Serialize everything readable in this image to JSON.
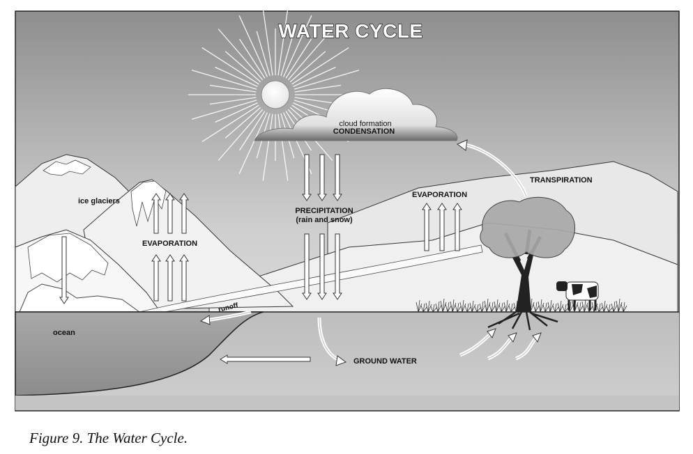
{
  "diagram": {
    "title": "WATER CYCLE",
    "labels": {
      "cloud_formation": "cloud formation",
      "condensation": "CONDENSATION",
      "ice_glaciers": "ice glaciers",
      "evaporation_left": "EVAPORATION",
      "precipitation": "PRECIPITATION",
      "precipitation_sub": "(rain and snow)",
      "evaporation_right": "EVAPORATION",
      "transpiration": "TRANSPIRATION",
      "runoff": "runoff",
      "ocean": "ocean",
      "ground_water": "GROUND WATER"
    }
  },
  "caption": "Figure 9. The Water Cycle.",
  "colors": {
    "sky_top": "#8a8a8a",
    "sky_mid": "#d0d0d0",
    "mountain": "#efefef",
    "ground": "#b4b4b4",
    "ocean": "#9c9c9c"
  }
}
